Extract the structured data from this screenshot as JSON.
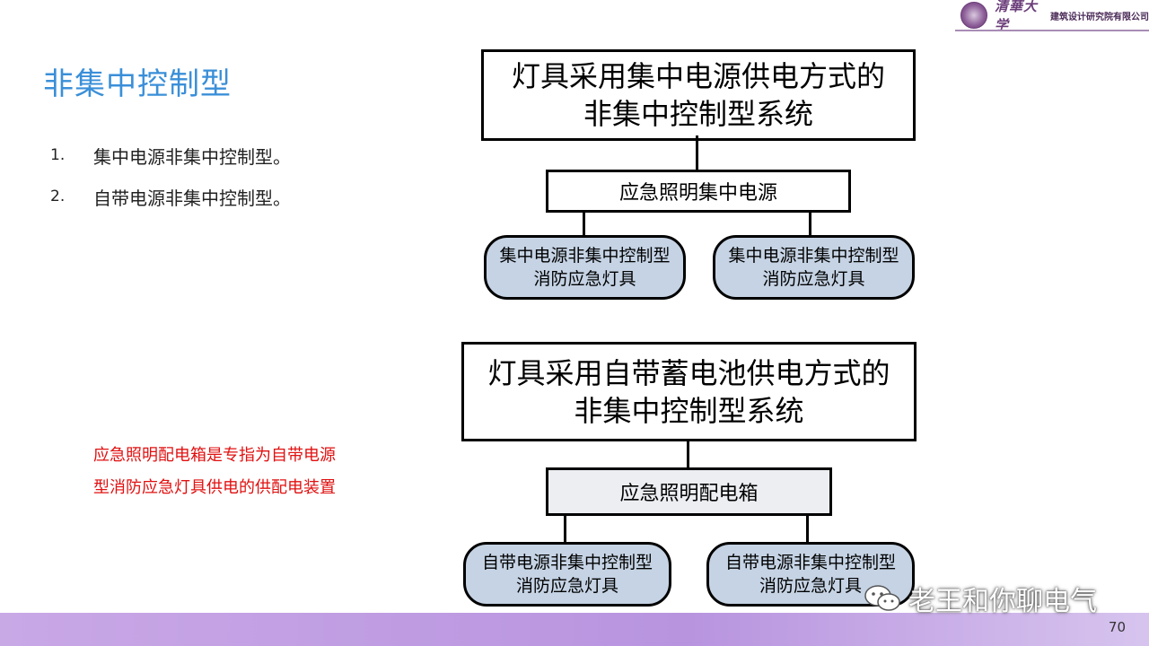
{
  "header": {
    "logo_school": "清華大学",
    "logo_institute": "建筑设计研究院有限公司"
  },
  "slide": {
    "title": "非集中控制型",
    "list": [
      {
        "num": "1.",
        "text": "集中电源非集中控制型。"
      },
      {
        "num": "2.",
        "text": "自带电源非集中控制型。"
      }
    ],
    "note": "应急照明配电箱是专指为自带电源型消防应急灯具供电的供配电装置",
    "page_number": "70"
  },
  "diagram_top": {
    "root_line1": "灯具采用集中电源供电方式的",
    "root_line2": "非集中控制型系统",
    "middle": "应急照明集中电源",
    "leaves": [
      {
        "line1": "集中电源非集中控制型",
        "line2": "消防应急灯具"
      },
      {
        "line1": "集中电源非集中控制型",
        "line2": "消防应急灯具"
      }
    ]
  },
  "diagram_bottom": {
    "root_line1": "灯具采用自带蓄电池供电方式的",
    "root_line2": "非集中控制型系统",
    "middle": "应急照明配电箱",
    "leaves": [
      {
        "line1": "自带电源非集中控制型",
        "line2": "消防应急灯具"
      },
      {
        "line1": "自带电源非集中控制型",
        "line2": "消防应急灯具"
      }
    ]
  },
  "watermark": {
    "text": "老王和你聊电气"
  },
  "colors": {
    "title": "#3a8fd8",
    "note": "#e01010",
    "leaf_fill": "#c5d3e4",
    "footer": "#b894df"
  }
}
